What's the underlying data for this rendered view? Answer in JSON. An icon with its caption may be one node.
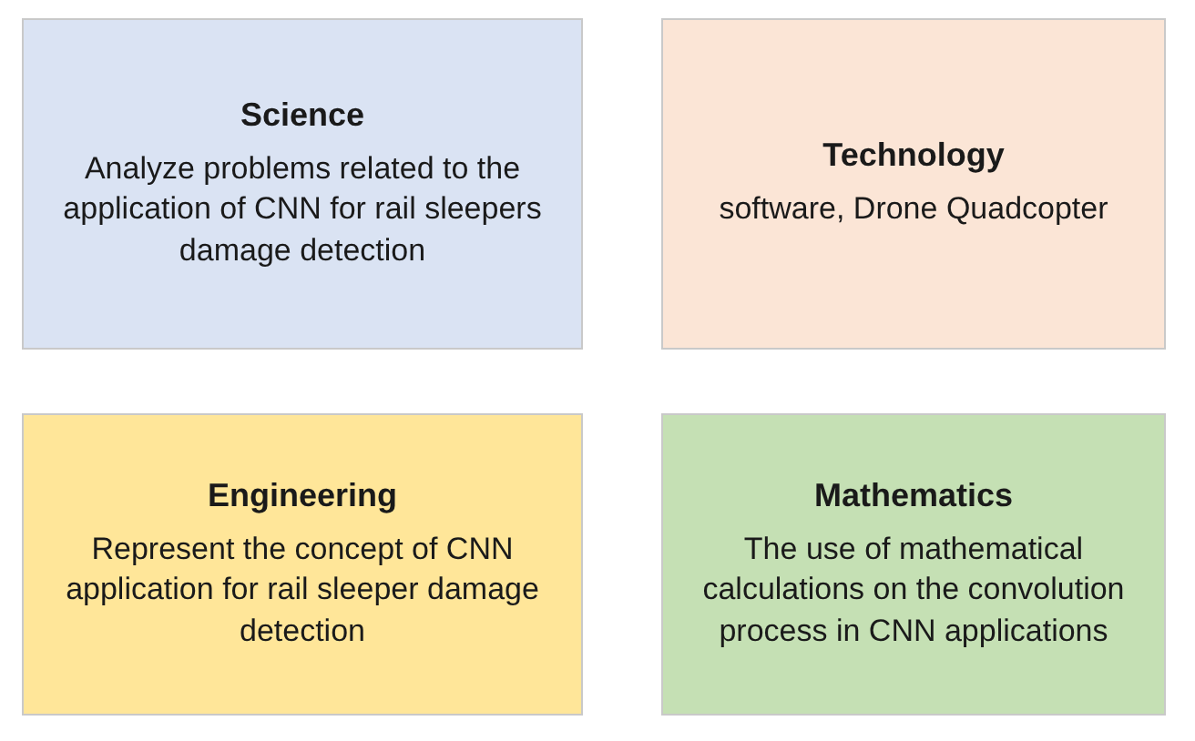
{
  "diagram": {
    "nodes": [
      {
        "text": [
          "Science",
          "Analyze problems related to the application of CNN for rail sleepers damage detection"
        ]
      },
      {
        "text": [
          "Technology",
          "software, Drone Quadcopter"
        ]
      },
      {
        "text": [
          "Engineering",
          "Represent the concept of CNN application for rail sleeper damage detection"
        ]
      },
      {
        "text": [
          "Mathematics",
          "The use of mathematical calculations on the convolution process in CNN applications"
        ]
      }
    ]
  }
}
